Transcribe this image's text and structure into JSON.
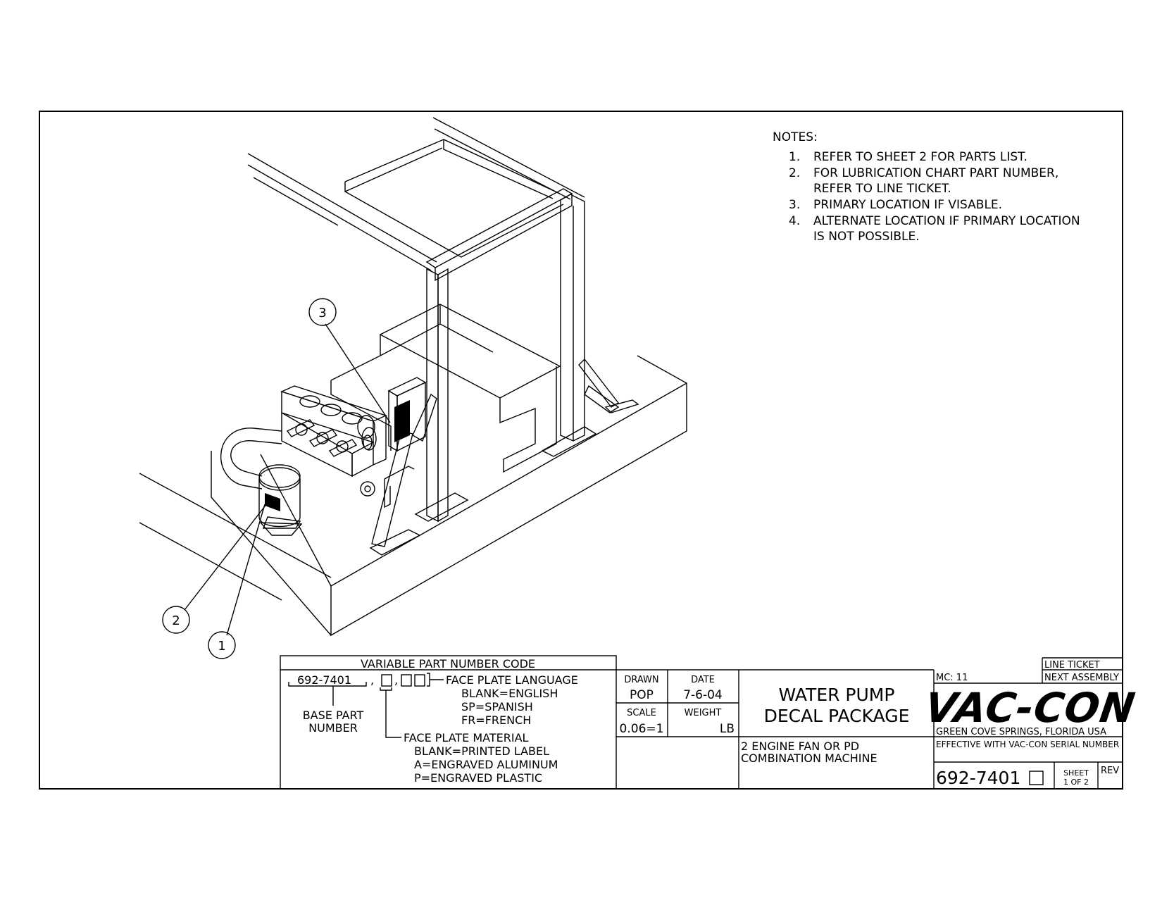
{
  "notes": {
    "heading": "NOTES:",
    "items": [
      {
        "num": "1.",
        "lines": [
          "REFER TO SHEET 2 FOR PARTS LIST."
        ]
      },
      {
        "num": "2.",
        "lines": [
          "FOR LUBRICATION CHART PART NUMBER,",
          "REFER TO LINE TICKET."
        ]
      },
      {
        "num": "3.",
        "lines": [
          "PRIMARY LOCATION IF VISABLE."
        ]
      },
      {
        "num": "4.",
        "lines": [
          "ALTERNATE LOCATION IF PRIMARY LOCATION",
          "IS NOT POSSIBLE."
        ]
      }
    ]
  },
  "callouts": [
    "1",
    "2",
    "3"
  ],
  "variable_code": {
    "title": "VARIABLE PART NUMBER CODE",
    "base_number": "692-7401",
    "base_label": [
      "BASE PART",
      "NUMBER"
    ],
    "language_label": "FACE PLATE LANGUAGE",
    "language_options": [
      "BLANK=ENGLISH",
      "SP=SPANISH",
      "FR=FRENCH"
    ],
    "material_label": "FACE PLATE MATERIAL",
    "material_options": [
      "BLANK=PRINTED LABEL",
      "A=ENGRAVED ALUMINUM",
      "P=ENGRAVED PLASTIC"
    ]
  },
  "title_block": {
    "drawn_label": "DRAWN",
    "drawn_value": "POP",
    "date_label": "DATE",
    "date_value": "7-6-04",
    "scale_label": "SCALE",
    "scale_value": "0.06=1",
    "weight_label": "WEIGHT",
    "weight_unit": "LB",
    "title_line1": "WATER PUMP",
    "title_line2": "DECAL PACKAGE",
    "subtitle_line1": "2 ENGINE FAN OR PD",
    "subtitle_line2": "COMBINATION MACHINE",
    "mc": "MC: 11",
    "line_ticket": "LINE TICKET",
    "next_assembly": "NEXT ASSEMBLY",
    "logo": "VAC-CON",
    "location": "GREEN COVE SPRINGS, FLORIDA USA",
    "effective": "EFFECTIVE WITH VAC-CON SERIAL NUMBER",
    "part_number": "692-7401",
    "sheet_label": "SHEET",
    "sheet_value": "1 OF 2",
    "rev_label": "REV"
  }
}
